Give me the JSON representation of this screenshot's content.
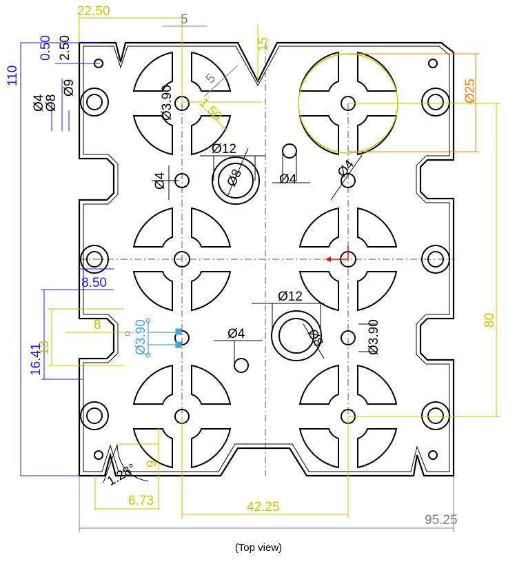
{
  "caption": "(Top view)",
  "colors": {
    "outline": "#000000",
    "center_line": "#555555",
    "yellow_dim": "#c9c400",
    "blue_dim": "#1a1aff",
    "orange_dim": "#ff7f00",
    "gray_dim": "#808080",
    "selected": "#4aa3df",
    "origin_red": "#ff0000"
  },
  "dimensions": {
    "d_22_50": "22.50",
    "d_5_top": "5",
    "d_15": "15",
    "d_0_50": "0.50",
    "d_2_50": "2.50",
    "d_110": "110",
    "d_phi4_left": "Ø4",
    "d_phi8_left": "Ø8",
    "d_phi9_left": "Ø9",
    "d_phi3_90_a": "Ø3.90",
    "d_5_diag": "5",
    "d_1_50": "1.50",
    "d_phi25": "Ø25",
    "d_phi12_top": "Ø12",
    "d_phi8_top": "Ø8",
    "d_phi4_mid_left": "Ø4",
    "d_phi4_mid": "Ø4",
    "d_phi4_right": "Ø4",
    "d_80": "80",
    "d_8_50": "8.50",
    "d_8": "8",
    "d_13": "13",
    "d_16_41": "16.41",
    "d_phi3_90_blue": "Ø3.90",
    "d_phi12_bottom": "Ø12",
    "d_phi4_bottom": "Ø4",
    "d_phi8_bottom": "Ø8",
    "d_phi3_90_right": "Ø3.90",
    "d_angle": "1.28°",
    "d_9": "9",
    "d_6_73": "6.73",
    "d_42_25": "42.25",
    "d_95_25": "95.25"
  }
}
